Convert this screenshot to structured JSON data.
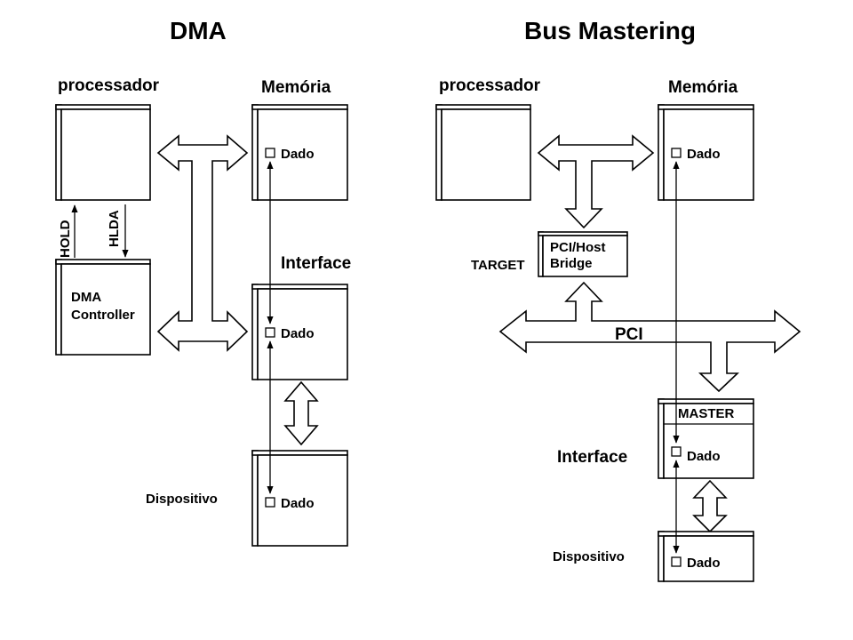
{
  "dma": {
    "title": "DMA",
    "processor_label": "processador",
    "memory_label": "Memória",
    "interface_label": "Interface",
    "device_label": "Dispositivo",
    "dma_controller": [
      "DMA",
      "Controller"
    ],
    "hold_label": "HOLD",
    "hlda_label": "HLDA",
    "data_label": "Dado"
  },
  "bus_mastering": {
    "title": "Bus Mastering",
    "processor_label": "processador",
    "memory_label": "Memória",
    "bridge_label": [
      "PCI/Host",
      "Bridge"
    ],
    "target_label": "TARGET",
    "pci_label": "PCI",
    "master_label": "MASTER",
    "interface_label": "Interface",
    "device_label": "Dispositivo",
    "data_label": "Dado"
  }
}
